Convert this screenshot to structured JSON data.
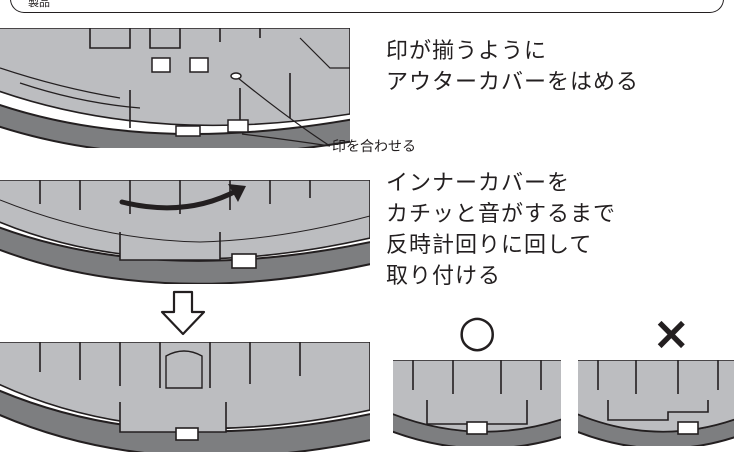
{
  "header": {
    "label": "製品"
  },
  "step1": {
    "lines": [
      "印が揃うように",
      "アウターカバーをはめる"
    ],
    "callout": "印を合わせる"
  },
  "step2": {
    "lines": [
      "インナーカバーを",
      "カチッと音がするまで",
      "反時計回りに回して",
      "取り付ける"
    ]
  },
  "result": {
    "ok_symbol": "○",
    "ng_symbol": "×"
  },
  "icons": {
    "down_arrow": "down-arrow-icon",
    "rotation_arrow": "rotation-arrow-icon"
  }
}
